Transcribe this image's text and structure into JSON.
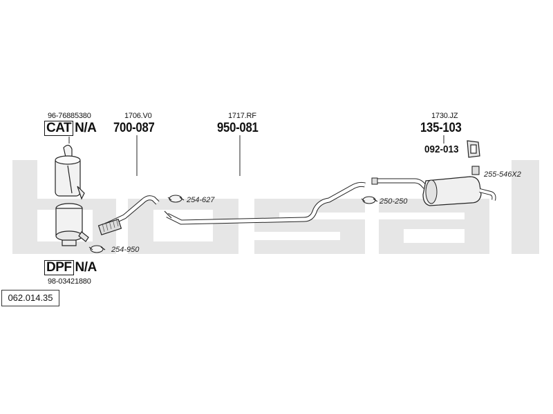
{
  "watermark": {
    "text": "bosal",
    "color": "#e6e6e6"
  },
  "diagram_id": "062.014.35",
  "cat": {
    "ref": "96-76885380",
    "label": "CAT",
    "value": "N/A"
  },
  "dpf": {
    "ref": "98-03421880",
    "label": "DPF",
    "value": "N/A"
  },
  "parts": [
    {
      "ref": "1706.V0",
      "number": "700-087"
    },
    {
      "ref": "1717.RF",
      "number": "950-081"
    },
    {
      "ref": "1730.JZ",
      "number": "135-103"
    }
  ],
  "mount_part": "092-013",
  "clamps": [
    "254-627",
    "254-950",
    "250-250",
    "255-546X2"
  ],
  "colors": {
    "line": "#222222",
    "fill": "#ffffff",
    "accent": "#cccccc"
  }
}
